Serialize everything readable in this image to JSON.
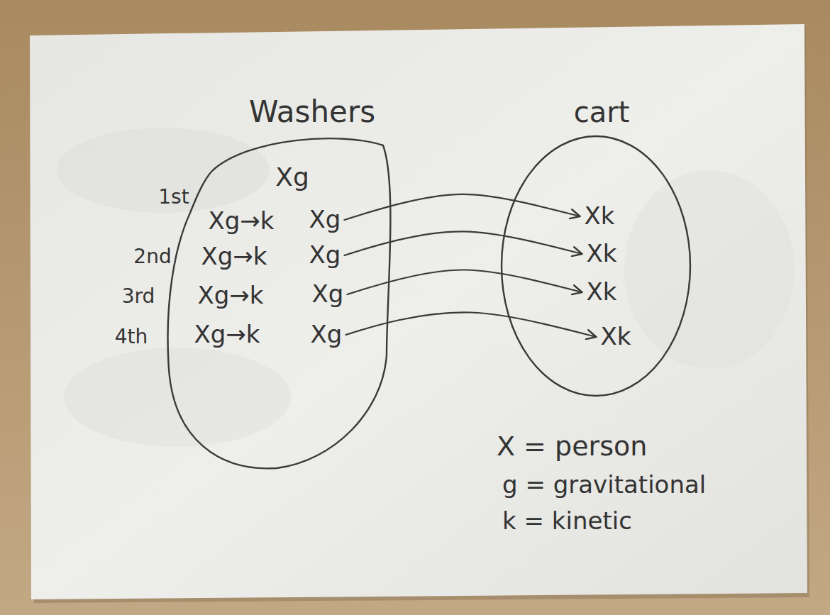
{
  "diagram": {
    "nodes": [
      {
        "text": [
          "Washers"
        ]
      },
      {
        "text": [
          "Xg"
        ],
        "in": 0
      },
      {
        "text": [
          "Xg"
        ],
        "in": 0
      },
      {
        "text": [
          "Xg"
        ],
        "in": 0
      },
      {
        "text": [
          "Xg"
        ],
        "in": 0
      },
      {
        "text": [
          "cart"
        ]
      },
      {
        "text": [
          "Xk"
        ],
        "in": 5
      },
      {
        "text": [
          "Xk"
        ],
        "in": 5
      },
      {
        "text": [
          "Xk"
        ],
        "in": 5
      },
      {
        "text": [
          "Xk"
        ],
        "in": 5
      }
    ],
    "edges": [
      {
        "from": 1,
        "to": 6,
        "arrow": "to"
      },
      {
        "from": 2,
        "to": 7,
        "arrow": "to"
      },
      {
        "from": 3,
        "to": 8,
        "arrow": "to"
      },
      {
        "from": 4,
        "to": 9,
        "arrow": "to"
      }
    ],
    "labels": [
      "Xg",
      "1st",
      "Xg→k",
      "2nd",
      "Xg→k",
      "3rd",
      "Xg→k",
      "4th",
      "Xg→k",
      "X = person",
      "g = gravitational",
      "k = kinetic"
    ]
  }
}
